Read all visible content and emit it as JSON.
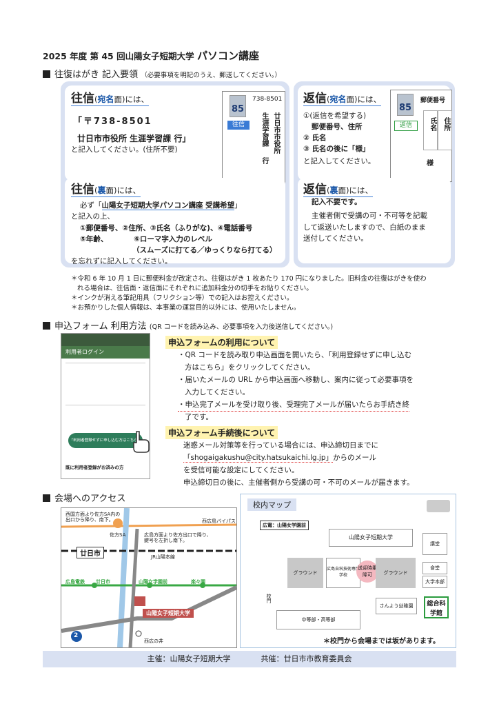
{
  "title": {
    "prefix": "2025 年度 第 45 回山陽女子短期大学 ",
    "main": "パソコン講座"
  },
  "section1": {
    "heading": "往復はがき 記入要領",
    "note": "（必要事項を明記のうえ、郵送してください。）"
  },
  "ofuku_front": {
    "head": "往信",
    "paren_open": "(",
    "label": "宛名",
    "face": "面",
    "paren_close": ")",
    "suffix": "には、",
    "line1": "「〒738-8501",
    "line2": "廿日市市役所 生涯学習課 行」",
    "line3": "と記入してください。(住所不要)"
  },
  "postcard1": {
    "stamp": "85",
    "tag": "往信",
    "zip": "738-8501",
    "addr_col1": "廿日市市役所",
    "addr_col2": "生涯学習課",
    "addr_col3": "行"
  },
  "ofuku_back": {
    "head": "往信",
    "paren_open": "(",
    "label": "裏",
    "face": "面",
    "paren_close": ")",
    "suffix": "には、",
    "line1_pre": "必ず「",
    "line1_em": "山陽女子短期大学パソコン講座 受講希望",
    "line1_post": "」",
    "line2": "と記入の上、",
    "line3": "①郵便番号、②住所、③氏名（ふりがな)、④電話番号",
    "line4a": "⑤年齢、",
    "line4b": "⑥ローマ字入力のレベル",
    "line5": "（スムーズに打てる／ゆっくりなら打てる）",
    "line6": "を忘れずに記入してください。"
  },
  "henshin_front": {
    "head": "返信",
    "paren_open": "(",
    "label": "宛名",
    "face": "面",
    "paren_close": ")",
    "suffix": "には、",
    "line1": "①(返信を希望する)",
    "line1b": "郵便番号、住所",
    "line2": "② 氏名",
    "line3": "③ 氏名の後に「様」",
    "line4": "と記入してください。"
  },
  "postcard2": {
    "stamp": "85",
    "tag": "返信",
    "zip": "郵便番号",
    "col_a": "住所",
    "col_b": "氏名",
    "sama": "様"
  },
  "henshin_back": {
    "head": "返信",
    "paren_open": "(",
    "label": "裏",
    "face": "面",
    "paren_close": ")",
    "suffix": "には、",
    "line1": "記入不要です。",
    "line2": "主催者側で受講の可・不可等を記載",
    "line3": "して返送いたしますので、白紙のまま",
    "line4": "送付してください。"
  },
  "footnotes": [
    "＊令和 6 年 10 月 1 日に郵便料金が改定され、往復はがき 1 枚あたり 170 円になりました。旧料金の往復はがきを使わ",
    "れる場合は、往信面・返信面にそれぞれに追加料金分の切手をお貼りください。",
    "＊インクが消える筆記用具（フリクション等）での記入はお控えください。",
    "＊お預かりした個人情報は、本事業の運営目的以外には、使用いたしません。"
  ],
  "section2": {
    "heading": "申込フォーム 利用方法",
    "note": "(QR コードを読み込み、必要事項を入力後送信してください。)"
  },
  "phone": {
    "header": "利用者ログイン",
    "btn": "「利用者登録せずに申し込む方はこちら」",
    "bottom": "既に利用者登録がお済みの方"
  },
  "form_use": {
    "heading": "申込フォームの利用について",
    "b1a": "・QR コードを読み取り申込画面を開いたら、「利用登録せずに申し込む",
    "b1b": "方はこちら」をクリックしてください。",
    "b2a": "・届いたメールの URL から申込画面へ移動し、案内に従って必要事項を",
    "b2b": "入力してください。",
    "b3a": "・申込完了メールを受け取り後、受理完了メールが届いたらお手続き終",
    "b3b": "了です。"
  },
  "form_after": {
    "heading": "申込フォーム手続後について",
    "l1": "迷惑メール対策等を行っている場合には、申込締切日までに",
    "l2a": "「shogaigakushu@city.hatsukaichi.lg.jp」",
    "l2b": "からのメール",
    "l3": "を受信可能な設定にしてください。",
    "l4": "申込締切日の後に、主催者側から受講の可・不可のメールが届きます。"
  },
  "section3": {
    "heading": "会場へのアクセス"
  },
  "map1": {
    "note1": "西国方面より佐方SA内の",
    "note2": "出口から降り、南下。",
    "sa": "佐方SA",
    "bypass": "西広島バイパス",
    "note3": "広島方面より佐方出口で降り、",
    "note4": "鍵号を左折し南下。",
    "city": "廿日市",
    "jr": "JR山陽本線",
    "st1": "広島電鉄",
    "st2": "廿日市",
    "st3": "山陽女学園前",
    "st4": "楽々園",
    "campus": "山陽女子短期大学",
    "ic": "西広の井",
    "route": "2"
  },
  "map2": {
    "title": "校内マップ",
    "station": "広電：山陽女学園前",
    "univ": "山陽女子短期大学",
    "ground1": "グラウンド",
    "school": "広島自科技術専門学校",
    "ground2": "グラウンド",
    "pickup": "送迎時乗降可",
    "gate": "校門",
    "hall": "講堂",
    "cafe": "食堂",
    "office": "大学本部",
    "science": "総合科学館",
    "kinder": "さんよう幼稚園",
    "jhs": "中等部・高等部",
    "note": "＊校門から会場までは坂があります。"
  },
  "footer": {
    "host": "主催：山陽女子短期大学",
    "cohost": "共催：廿日市市教育委員会"
  }
}
